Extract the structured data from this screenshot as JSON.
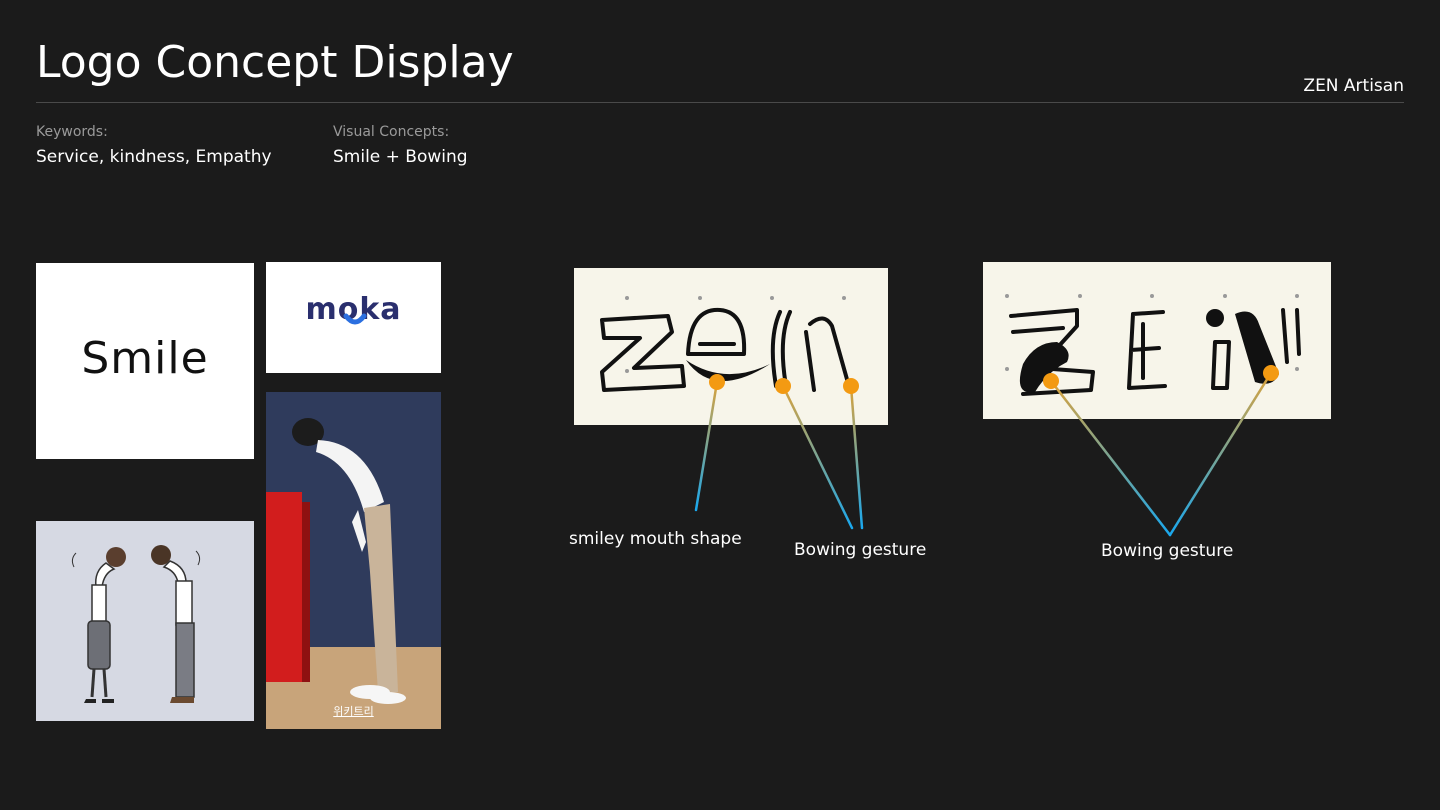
{
  "header": {
    "title": "Logo Concept Display",
    "brand": "ZEN Artisan"
  },
  "meta": {
    "keywords_label": "Keywords:",
    "keywords_value": "Service, kindness, Empathy",
    "concepts_label": "Visual Concepts:",
    "concepts_value": "Smile + Bowing"
  },
  "references": {
    "smile_logo_text": "Smile",
    "moka_logo_text": "moka",
    "photo_watermark": "위키트리"
  },
  "callouts": {
    "smile_mouth": "smiley mouth shape",
    "bowing_1": "Bowing gesture",
    "bowing_2": "Bowing gesture"
  },
  "colors": {
    "background": "#1b1b1b",
    "sketch_paper": "#f7f5ea",
    "callout_dot": "#f39a12",
    "callout_line_top": "#d9a13a",
    "callout_line_bottom": "#1aa8ee",
    "moka_navy": "#2a2f6e",
    "moka_blue": "#2b6fe0"
  }
}
